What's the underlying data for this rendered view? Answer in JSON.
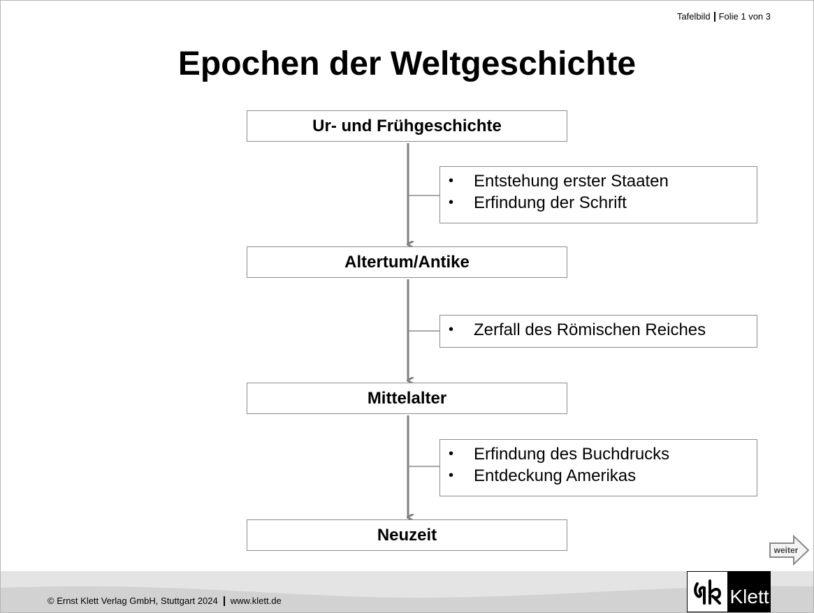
{
  "header": {
    "label": "Tafelbild",
    "slide_counter": "Folie 1 von 3"
  },
  "title": "Epochen der Weltgeschichte",
  "epochs": [
    {
      "label": "Ur- und Frühgeschichte"
    },
    {
      "label": "Altertum/Antike"
    },
    {
      "label": "Mittelalter"
    },
    {
      "label": "Neuzeit"
    }
  ],
  "transitions": [
    {
      "bullet": "•",
      "items": [
        "Entstehung erster Staaten",
        "Erfindung der Schrift"
      ]
    },
    {
      "bullet": "•",
      "items": [
        "Zerfall des Römischen Reiches"
      ]
    },
    {
      "bullet": "•",
      "items": [
        "Erfindung des Buchdrucks",
        "Entdeckung Amerikas"
      ]
    }
  ],
  "navigation": {
    "next_label": "weiter"
  },
  "footer": {
    "copyright": "© Ernst Klett Verlag GmbH, Stuttgart 2024",
    "website": "www.klett.de"
  },
  "logo": {
    "wordmark": "Klett"
  },
  "colors": {
    "box_border": "#8a8a8a",
    "arrow": "#808080",
    "footer_band": "#dcdcdc",
    "footer_band_dark": "#c8c8c8"
  }
}
